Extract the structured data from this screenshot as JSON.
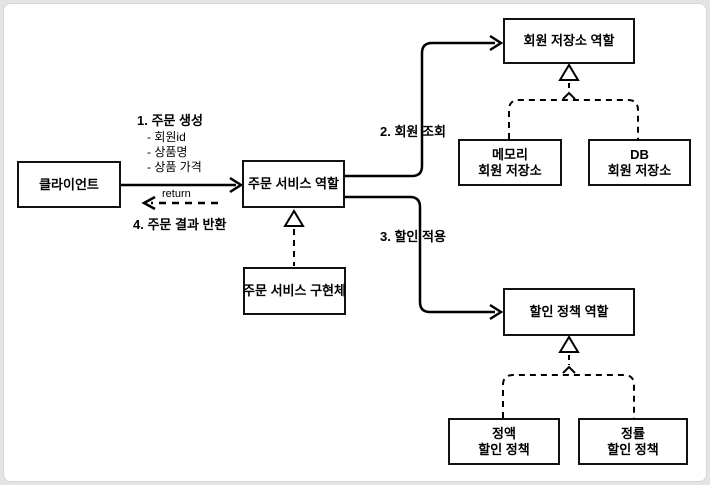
{
  "colors": {
    "background": "#e4e4e4",
    "card": "#ffffff",
    "frame_border": "#d7d7d7",
    "line": "#000000",
    "box_fill": "#ffffff",
    "box_border": "#111111",
    "text": "#000000"
  },
  "nodes": {
    "client": {
      "label": "클라이언트"
    },
    "order_service_role": {
      "label": "주문 서비스 역할"
    },
    "order_service_impl": {
      "label": "주문 서비스 구현체"
    },
    "member_repo_role": {
      "label": "회원 저장소 역할"
    },
    "memory_member_repo": {
      "line1": "메모리",
      "line2": "회원 저장소"
    },
    "db_member_repo": {
      "line1": "DB",
      "line2": "회원 저장소"
    },
    "discount_policy_role": {
      "label": "할인 정책 역할"
    },
    "fixed_discount_policy": {
      "line1": "정액",
      "line2": "할인 정책"
    },
    "rate_discount_policy": {
      "line1": "정률",
      "line2": "할인 정책"
    }
  },
  "labels": {
    "step1_title": "1. 주문 생성",
    "step1_items": [
      "- 회원id",
      "- 상품명",
      "- 상품 가격"
    ],
    "step2": "2. 회원 조회",
    "step3": "3. 할인 적용",
    "step4": "4. 주문 결과 반환",
    "return_label": "return"
  }
}
